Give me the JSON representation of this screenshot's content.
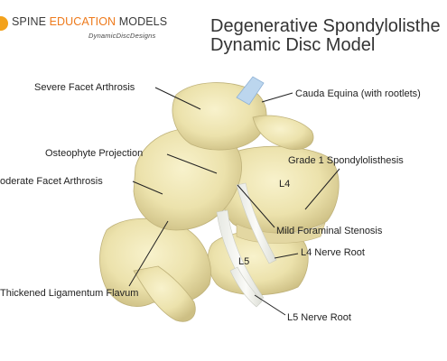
{
  "logo": {
    "part1": "SPINE ",
    "part2": "EDUCATION",
    "part3": " MODELS",
    "subtitle": "DynamicDiscDesigns"
  },
  "title": {
    "line1": "Degenerative Spondylolisthe",
    "line2": "Dynamic Disc Model"
  },
  "labels": {
    "severe_facet": "Severe Facet Arthrosis",
    "cauda_equina": "Cauda Equina (with rootlets)",
    "osteophyte": "Osteophyte Projection",
    "grade1": "Grade 1 Spondylolisthesis",
    "moderate_facet": "oderate Facet Arthrosis",
    "mild_foraminal": "Mild Foraminal Stenosis",
    "l4_root": "L4 Nerve Root",
    "thickened": "Thickened Ligamentum Flavum",
    "l5_root": "L5 Nerve Root",
    "l4": "L4",
    "l5": "L5"
  },
  "colors": {
    "bone": "#eee6b4",
    "bone_shadow": "#cfc38a",
    "nerve": "#f4f5f0",
    "cauda_tube": "#bcd6ee",
    "accent": "#ee7a1b"
  }
}
